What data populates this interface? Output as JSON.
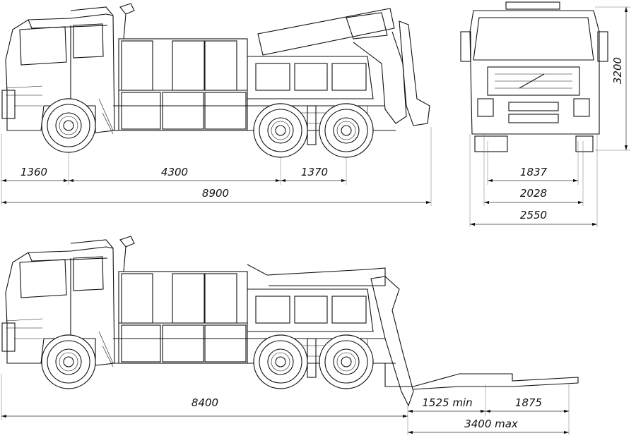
{
  "title": "Tow truck dimensional drawing",
  "side_view_working": {
    "dimensions": {
      "front_overhang": "1360",
      "wheelbase": "4300",
      "tandem": "1370",
      "overall_length": "8900"
    }
  },
  "front_view": {
    "dimensions": {
      "track_rear": "1837",
      "track_front": "2028",
      "width": "2550",
      "height": "3200"
    }
  },
  "side_view_transport": {
    "dimensions": {
      "overall_length": "8400",
      "underlift_min": "1525 min",
      "underlift_ext": "1875",
      "underlift_max": "3400 max"
    }
  }
}
